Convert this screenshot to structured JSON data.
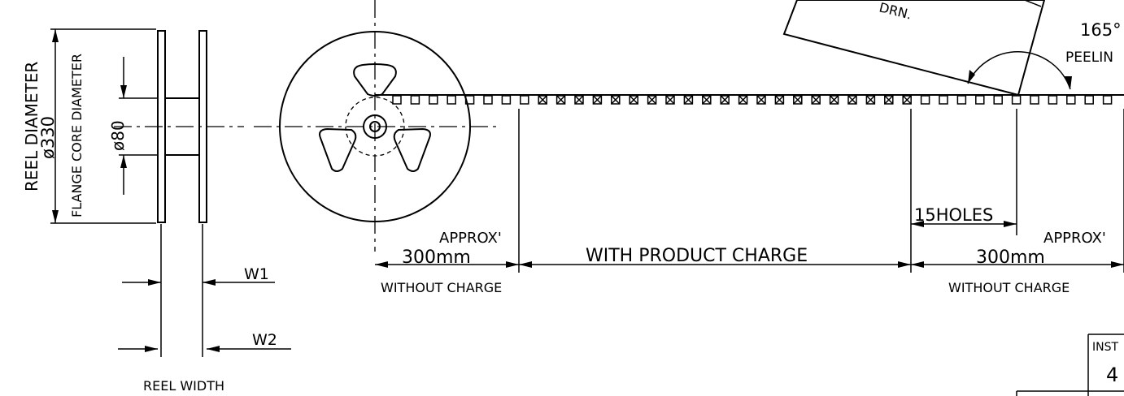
{
  "labels": {
    "reel_diameter": "REEL DIAMETER",
    "reel_diameter_value": "ø330",
    "flange_core_diameter": "FLANGE CORE DIAMETER",
    "core_diameter_value": "ø80",
    "w1": "W1",
    "w2": "W2",
    "reel_width": "REEL WIDTH",
    "approx_left": "APPROX'",
    "length_left": "300mm",
    "without_charge_left": "WITHOUT  CHARGE",
    "with_product_charge": "WITH PRODUCT CHARGE",
    "holes": "15HOLES",
    "approx_right": "APPROX'",
    "length_right": "300mm",
    "without_charge_right": "WITHOUT  CHARGE",
    "angle": "165°",
    "peeling": "PEELIN",
    "tape_partial": "DRN.",
    "table_partial": "INST",
    "table_value_partial": "4"
  }
}
